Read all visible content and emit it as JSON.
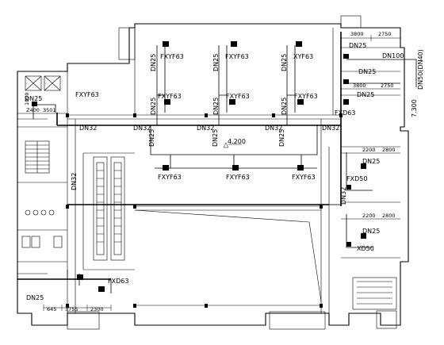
{
  "units": {
    "top": [
      {
        "label": "FXYF63"
      },
      {
        "label": "FXYF63"
      },
      {
        "label": "XYF63"
      }
    ],
    "mid": [
      {
        "label": "FXYF63"
      },
      {
        "label": "FXYF63"
      },
      {
        "label": "FXYF63"
      }
    ],
    "lower": [
      {
        "label": "FXYF63"
      },
      {
        "label": "FXYF63"
      },
      {
        "label": "FXYF63"
      }
    ],
    "left": {
      "label": "FXYF63"
    },
    "right": [
      {
        "label": "FXD63"
      },
      {
        "label": "FXD50"
      },
      {
        "label": "XD50"
      }
    ],
    "bottom": {
      "label": "FXD63"
    }
  },
  "pipe_labels": {
    "dn25": "DN25",
    "dn32": "DN32",
    "dn100": "DN100",
    "dn50": "DN50(DN40)"
  },
  "elevations": {
    "main": "4.200",
    "right": "7.300"
  },
  "dimensions": {
    "top_right_a": "3800",
    "top_right_b": "2750",
    "top_right_c": "3800",
    "top_right_d": "2750",
    "right_a": "2200",
    "right_b": "2800",
    "right_c": "2200",
    "right_d": "2800",
    "left_a": "Z400",
    "left_b": "3501",
    "left_c": "1000",
    "bottom_a": "645",
    "bottom_b": "3755",
    "bottom_c": "2300"
  }
}
